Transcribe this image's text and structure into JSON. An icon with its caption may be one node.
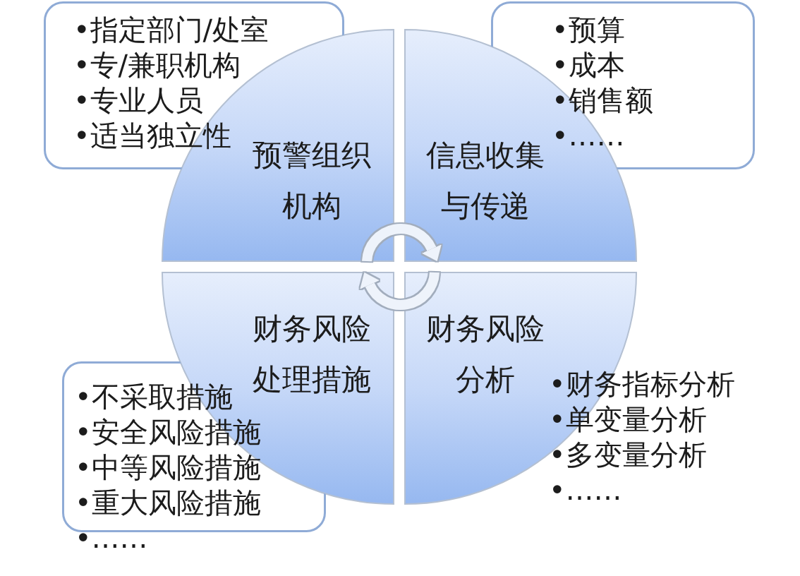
{
  "diagram": {
    "nodes": [
      {
        "text": [
          "•指定部门/处室",
          "•专/兼职机构",
          "•专业人员",
          "•适当独立性"
        ]
      },
      {
        "text": [
          "•预算",
          "•成本",
          "•销售额",
          "•……"
        ]
      },
      {
        "text": [
          "预警组织机构"
        ]
      },
      {
        "text": [
          "信息收集与传递"
        ]
      },
      {
        "text": [
          "财务风险处理措施"
        ]
      },
      {
        "text": [
          "财务风险分析"
        ],
        "beside": [
          "•财务指标分析",
          "•单变量分析",
          "•多变量分析",
          "•……"
        ]
      },
      {
        "text": [
          "•不采取措施",
          "•安全风险措施",
          "•中等风险措施",
          "•重大风险措施"
        ],
        "beside": [
          "•……"
        ]
      }
    ],
    "edges": [
      {
        "from": 2,
        "to": 3,
        "arrow": "to"
      },
      {
        "from": 5,
        "to": 4,
        "arrow": "to"
      }
    ]
  }
}
